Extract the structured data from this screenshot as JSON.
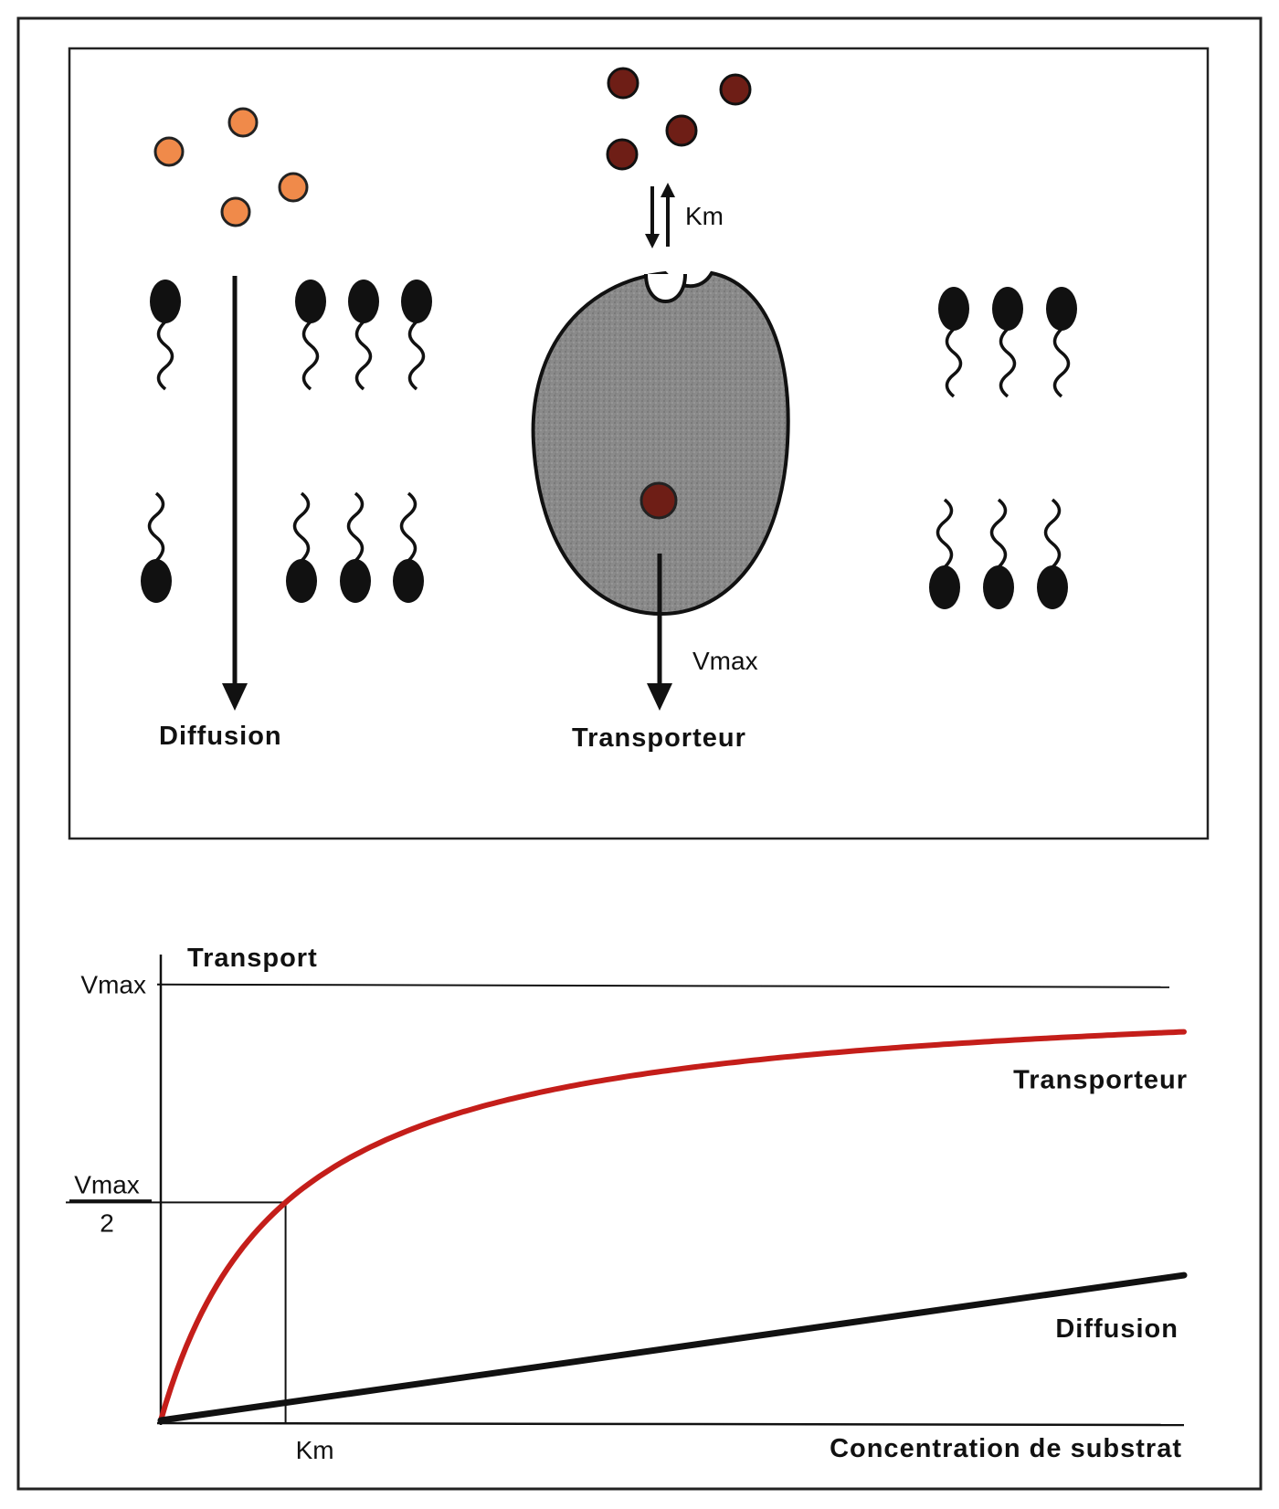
{
  "colors": {
    "orange_molecule": "#f08a4a",
    "dark_molecule": "#6e1e16",
    "transporter_fill": "#8a8a8a",
    "transporter_curve": "#c41e1a",
    "ink": "#111111"
  },
  "top_panel": {
    "diffusion_label": "Diffusion",
    "transporter_label": "Transporteur",
    "km_label": "Km",
    "vmax_label": "Vmax"
  },
  "chart_data": {
    "type": "line",
    "ylabel": "Transport",
    "xlabel": "Concentration de substrat",
    "y_ticks": {
      "vmax": "Vmax",
      "half_vmax_numerator": "Vmax",
      "half_vmax_denominator": "2"
    },
    "x_ticks": {
      "km": "Km"
    },
    "km": 1,
    "vmax": 1,
    "xlim": [
      0,
      8.2
    ],
    "ylim": [
      0,
      1.1
    ],
    "series": [
      {
        "name": "Transporteur",
        "model": "vmax * x / (km + x)",
        "color": "#c41e1a",
        "end_x": 8.2
      },
      {
        "name": "Diffusion",
        "model": "0.333 * x / 8.2 * 1.1",
        "color": "#111111",
        "end_x": 8.2
      }
    ]
  }
}
